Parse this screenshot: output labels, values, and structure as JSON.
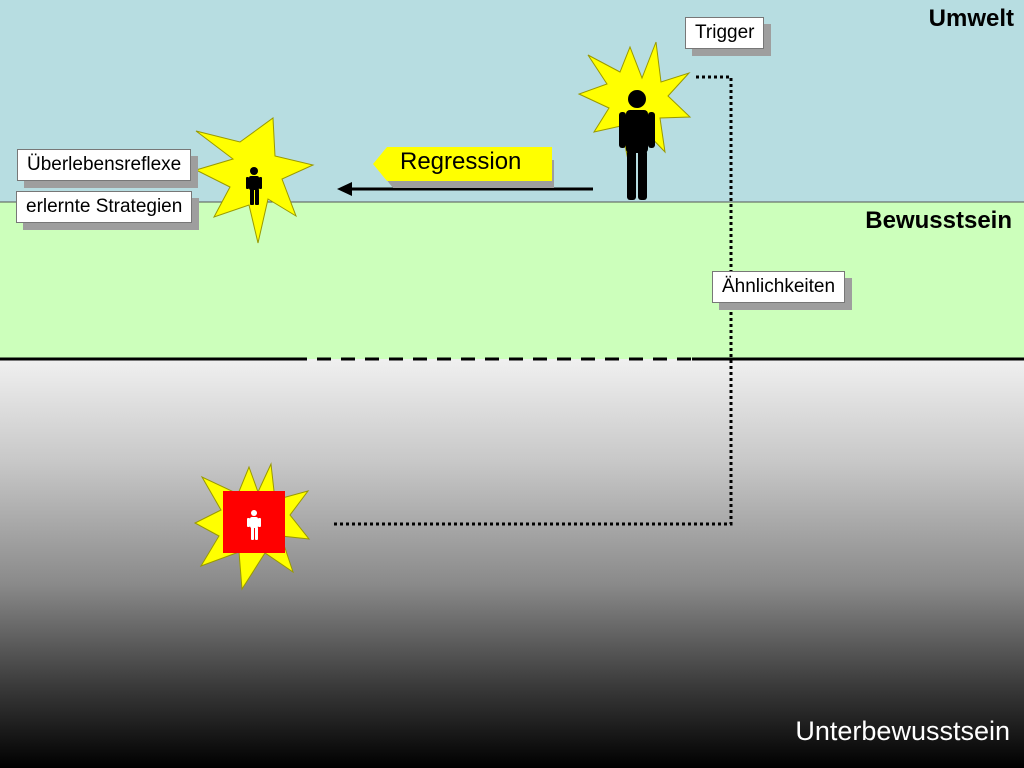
{
  "zones": {
    "umwelt": "Umwelt",
    "bewusstsein": "Bewusstsein",
    "unterbewusstsein": "Unterbewusstsein"
  },
  "labels": {
    "trigger": "Trigger",
    "regression": "Regression",
    "ueberlebensreflexe": "Überlebensreflexe",
    "erlernte_strategien": "erlernte Strategien",
    "aehnlichkeiten": "Ähnlichkeiten"
  },
  "colors": {
    "umwelt_bg": "#b7dde1",
    "bewusstsein_bg": "#ccffbb",
    "burst": "#ffff00",
    "red_box": "#ff0000",
    "regression_tag": "#ffff00"
  },
  "icons": [
    "person-icon",
    "burst-star-icon",
    "arrow-left-icon"
  ]
}
